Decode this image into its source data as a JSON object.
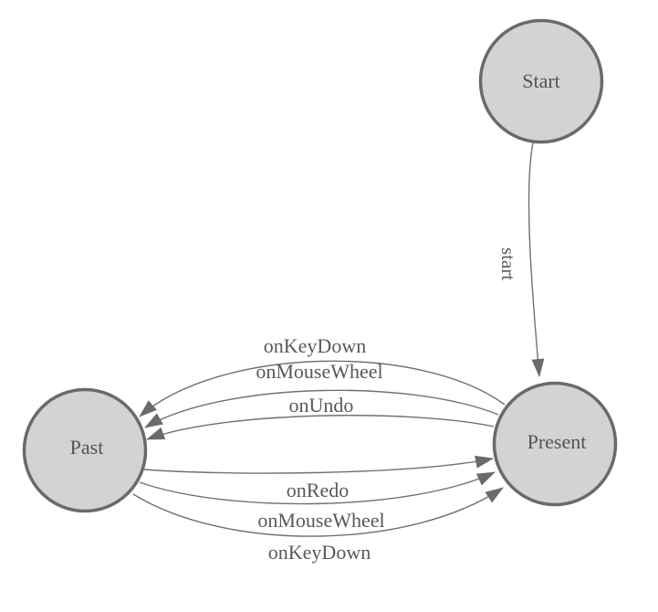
{
  "diagram": {
    "type": "state-machine",
    "background_color": "#ffffff",
    "node_fill_color": "#d3d3d3",
    "node_border_color": "#6a6a6a",
    "edge_color": "#717171",
    "arrow_color": "#6a6a6a",
    "label_color": "#5a5858",
    "nodes": [
      {
        "id": "start",
        "label": "Start"
      },
      {
        "id": "past",
        "label": "Past"
      },
      {
        "id": "present",
        "label": "Present"
      }
    ],
    "edges": [
      {
        "id": "start-to-present",
        "label": "start",
        "from": "Start",
        "to": "Present"
      },
      {
        "id": "present-to-past-keydown",
        "label": "onKeyDown",
        "from": "Present",
        "to": "Past"
      },
      {
        "id": "present-to-past-mousewheel",
        "label": "onMouseWheel",
        "from": "Present",
        "to": "Past"
      },
      {
        "id": "present-to-past-undo",
        "label": "onUndo",
        "from": "Present",
        "to": "Past"
      },
      {
        "id": "past-to-present-redo",
        "label": "onRedo",
        "from": "Past",
        "to": "Present"
      },
      {
        "id": "past-to-present-mousewheel",
        "label": "onMouseWheel",
        "from": "Past",
        "to": "Present"
      },
      {
        "id": "past-to-present-keydown",
        "label": "onKeyDown",
        "from": "Past",
        "to": "Present"
      }
    ]
  }
}
